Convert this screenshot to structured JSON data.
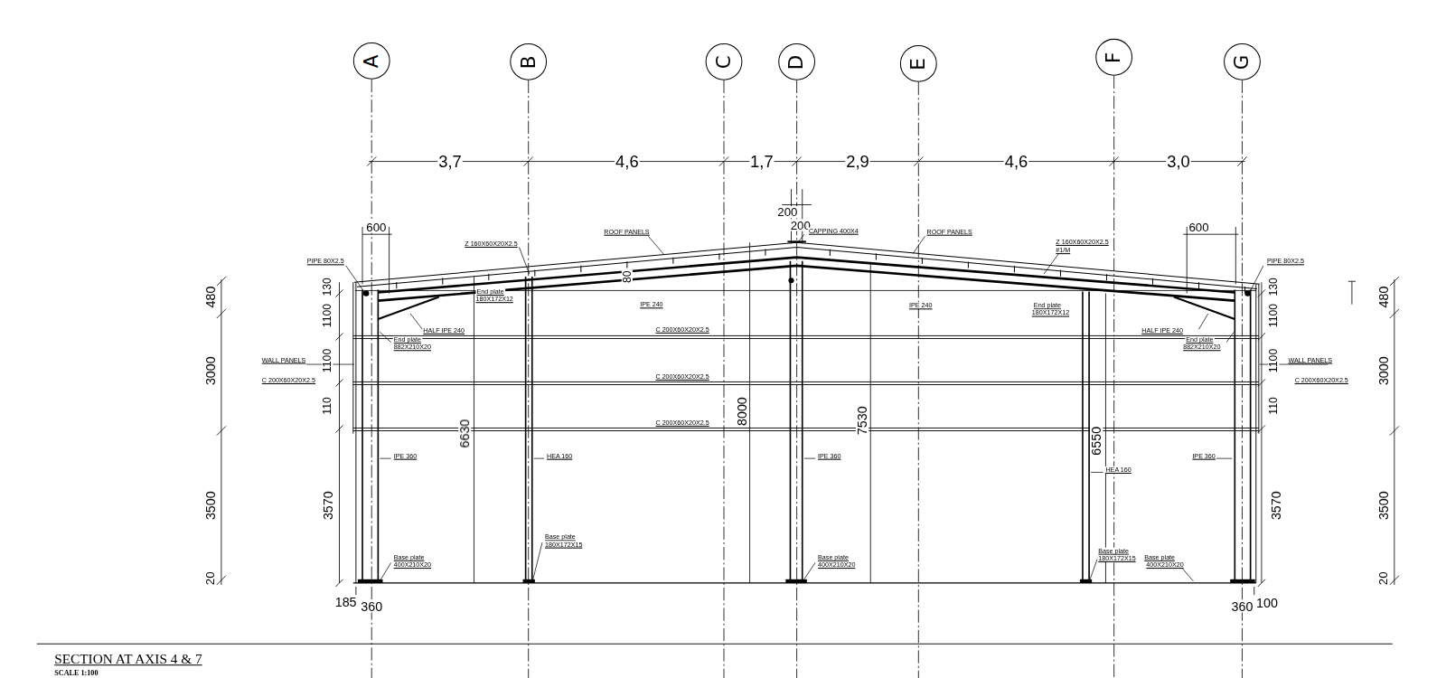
{
  "diagram": {
    "title": "SECTION AT AXIS 4 & 7",
    "nodes": [
      {
        "text": [
          "A"
        ]
      },
      {
        "text": [
          "B"
        ]
      },
      {
        "text": [
          "C"
        ]
      },
      {
        "text": [
          "D"
        ]
      },
      {
        "text": [
          "E"
        ]
      },
      {
        "text": [
          "F"
        ]
      },
      {
        "text": [
          "G"
        ]
      }
    ],
    "labels": [
      "3,7",
      "4,6",
      "1,7",
      "2,9",
      "4,6",
      "3,0",
      "200",
      "200",
      "CAPPING 400X4",
      "600",
      "600",
      "PIPE 80X2.5",
      "PIPE 80X2.5",
      "Z 160X60X20X2.5",
      "Z 160X60X20X2.5",
      "#1/M",
      "ROOF PANELS",
      "ROOF PANELS",
      "End plate",
      "180X172X12",
      "80",
      "IPE 240",
      "IPE 240",
      "End plate",
      "180X172X12",
      "HALF IPE 240",
      "HALF IPE 240",
      "End plate",
      "882X210X20",
      "End plate",
      "882X210X20",
      "C 200X60X20X2.5",
      "C 200X60X20X2.5",
      "C 200X60X20X2.5",
      "WALL PANELS",
      "WALL PANELS",
      "C 200X60X20X2.5",
      "C 200X60X20X2.5",
      "IPE 360",
      "HEA 160",
      "IPE 360",
      "HEA 160",
      "IPE 360",
      "Base plate",
      "180X172X15",
      "Base plate",
      "400X210X20",
      "Base plate",
      "400X210X20",
      "Base plate",
      "180X172X15",
      "Base plate",
      "400X210X20",
      "6630",
      "8000",
      "7530",
      "6550",
      "3570",
      "3570",
      "480",
      "3000",
      "3500",
      "20",
      "480",
      "3000",
      "3500",
      "20",
      "130",
      "1100",
      "1100",
      "110",
      "130",
      "1100",
      "1100",
      "110",
      "185",
      "360",
      "360",
      "100",
      "SCALE 1:100"
    ]
  }
}
